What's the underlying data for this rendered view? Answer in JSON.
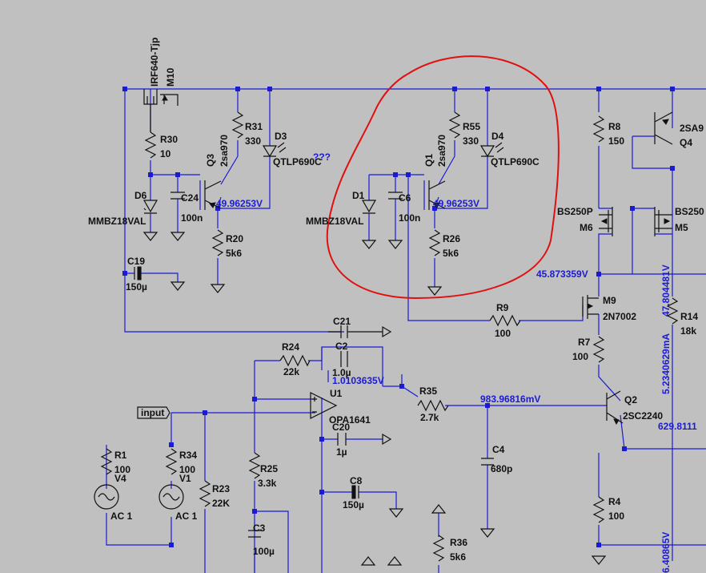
{
  "labels": {
    "m10_model": "IRF640-Tjp",
    "m10_name": "M10",
    "r30": "R30",
    "r30_val": "10",
    "q3": "Q3",
    "q3_model": "2sa970",
    "r31": "R31",
    "r31_val": "330",
    "d3": "D3",
    "d3_model": "QTLP690C",
    "qqq": "???",
    "d6": "D6",
    "d6_model": "MMBZ18VAL",
    "c24": "C24",
    "c24_val": "100n",
    "r20": "R20",
    "r20_val": "5k6",
    "c19": "C19",
    "c19_val": "150µ",
    "q1": "Q1",
    "q1_model": "2sa970",
    "r55": "R55",
    "r55_val": "330",
    "d4": "D4",
    "d4_model": "QTLP690C",
    "d1": "D1",
    "d1_model": "MMBZ18VAL",
    "c6": "C6",
    "c6_val": "100n",
    "r26": "R26",
    "r26_val": "5k6",
    "r8": "R8",
    "r8_val": "150",
    "q4": "Q4",
    "q4_model": "2SA9",
    "m6": "M6",
    "m6_model": "BS250P",
    "m5": "M5",
    "m5_model": "BS250",
    "r9": "R9",
    "r9_val": "100",
    "m9": "M9",
    "m9_model": "2N7002",
    "r7": "R7",
    "r7_val": "100",
    "r14": "R14",
    "r14_val": "18k",
    "c21": "C21",
    "c2": "C2",
    "c2_val": "1.0µ",
    "r24": "R24",
    "r24_val": "22k",
    "u1": "U1",
    "u1_model": "OPA1641",
    "r35": "R35",
    "r35_val": "2.7k",
    "c20": "C20",
    "c20_val": "1µ",
    "c4": "C4",
    "c4_val": "680p",
    "q2": "Q2",
    "q2_model": "2SC2240",
    "input": "input",
    "r1": "R1",
    "r1_val": "100",
    "v4": "V4",
    "v4_val": "AC 1",
    "r34": "R34",
    "r34_val": "100",
    "v1": "V1",
    "v1_val": "AC 1",
    "r23": "R23",
    "r23_val": "22K",
    "r25": "R25",
    "r25_val": "3.3k",
    "c8": "C8",
    "c8_val": "150µ",
    "c3": "C3",
    "c3_val": "100µ",
    "r36": "R36",
    "r36_val": "5k6",
    "r4": "R4",
    "r4_val": "100"
  },
  "voltages": {
    "q3_emitter": "49.96253V",
    "q1_emitter": "49.96253V",
    "m6_drain": "45.873359V",
    "r14_top": "47.804481V",
    "r14_current": "5.2340629mA",
    "u1_out": "1.0103635V",
    "q2_base": "983.96816mV",
    "q2_emitter": "629.8111",
    "bottom_right": "6.40865V"
  },
  "colors": {
    "background": "#c0c0c0",
    "wire": "#1b1bd6",
    "component": "#111111",
    "annotation": "#e01010"
  }
}
